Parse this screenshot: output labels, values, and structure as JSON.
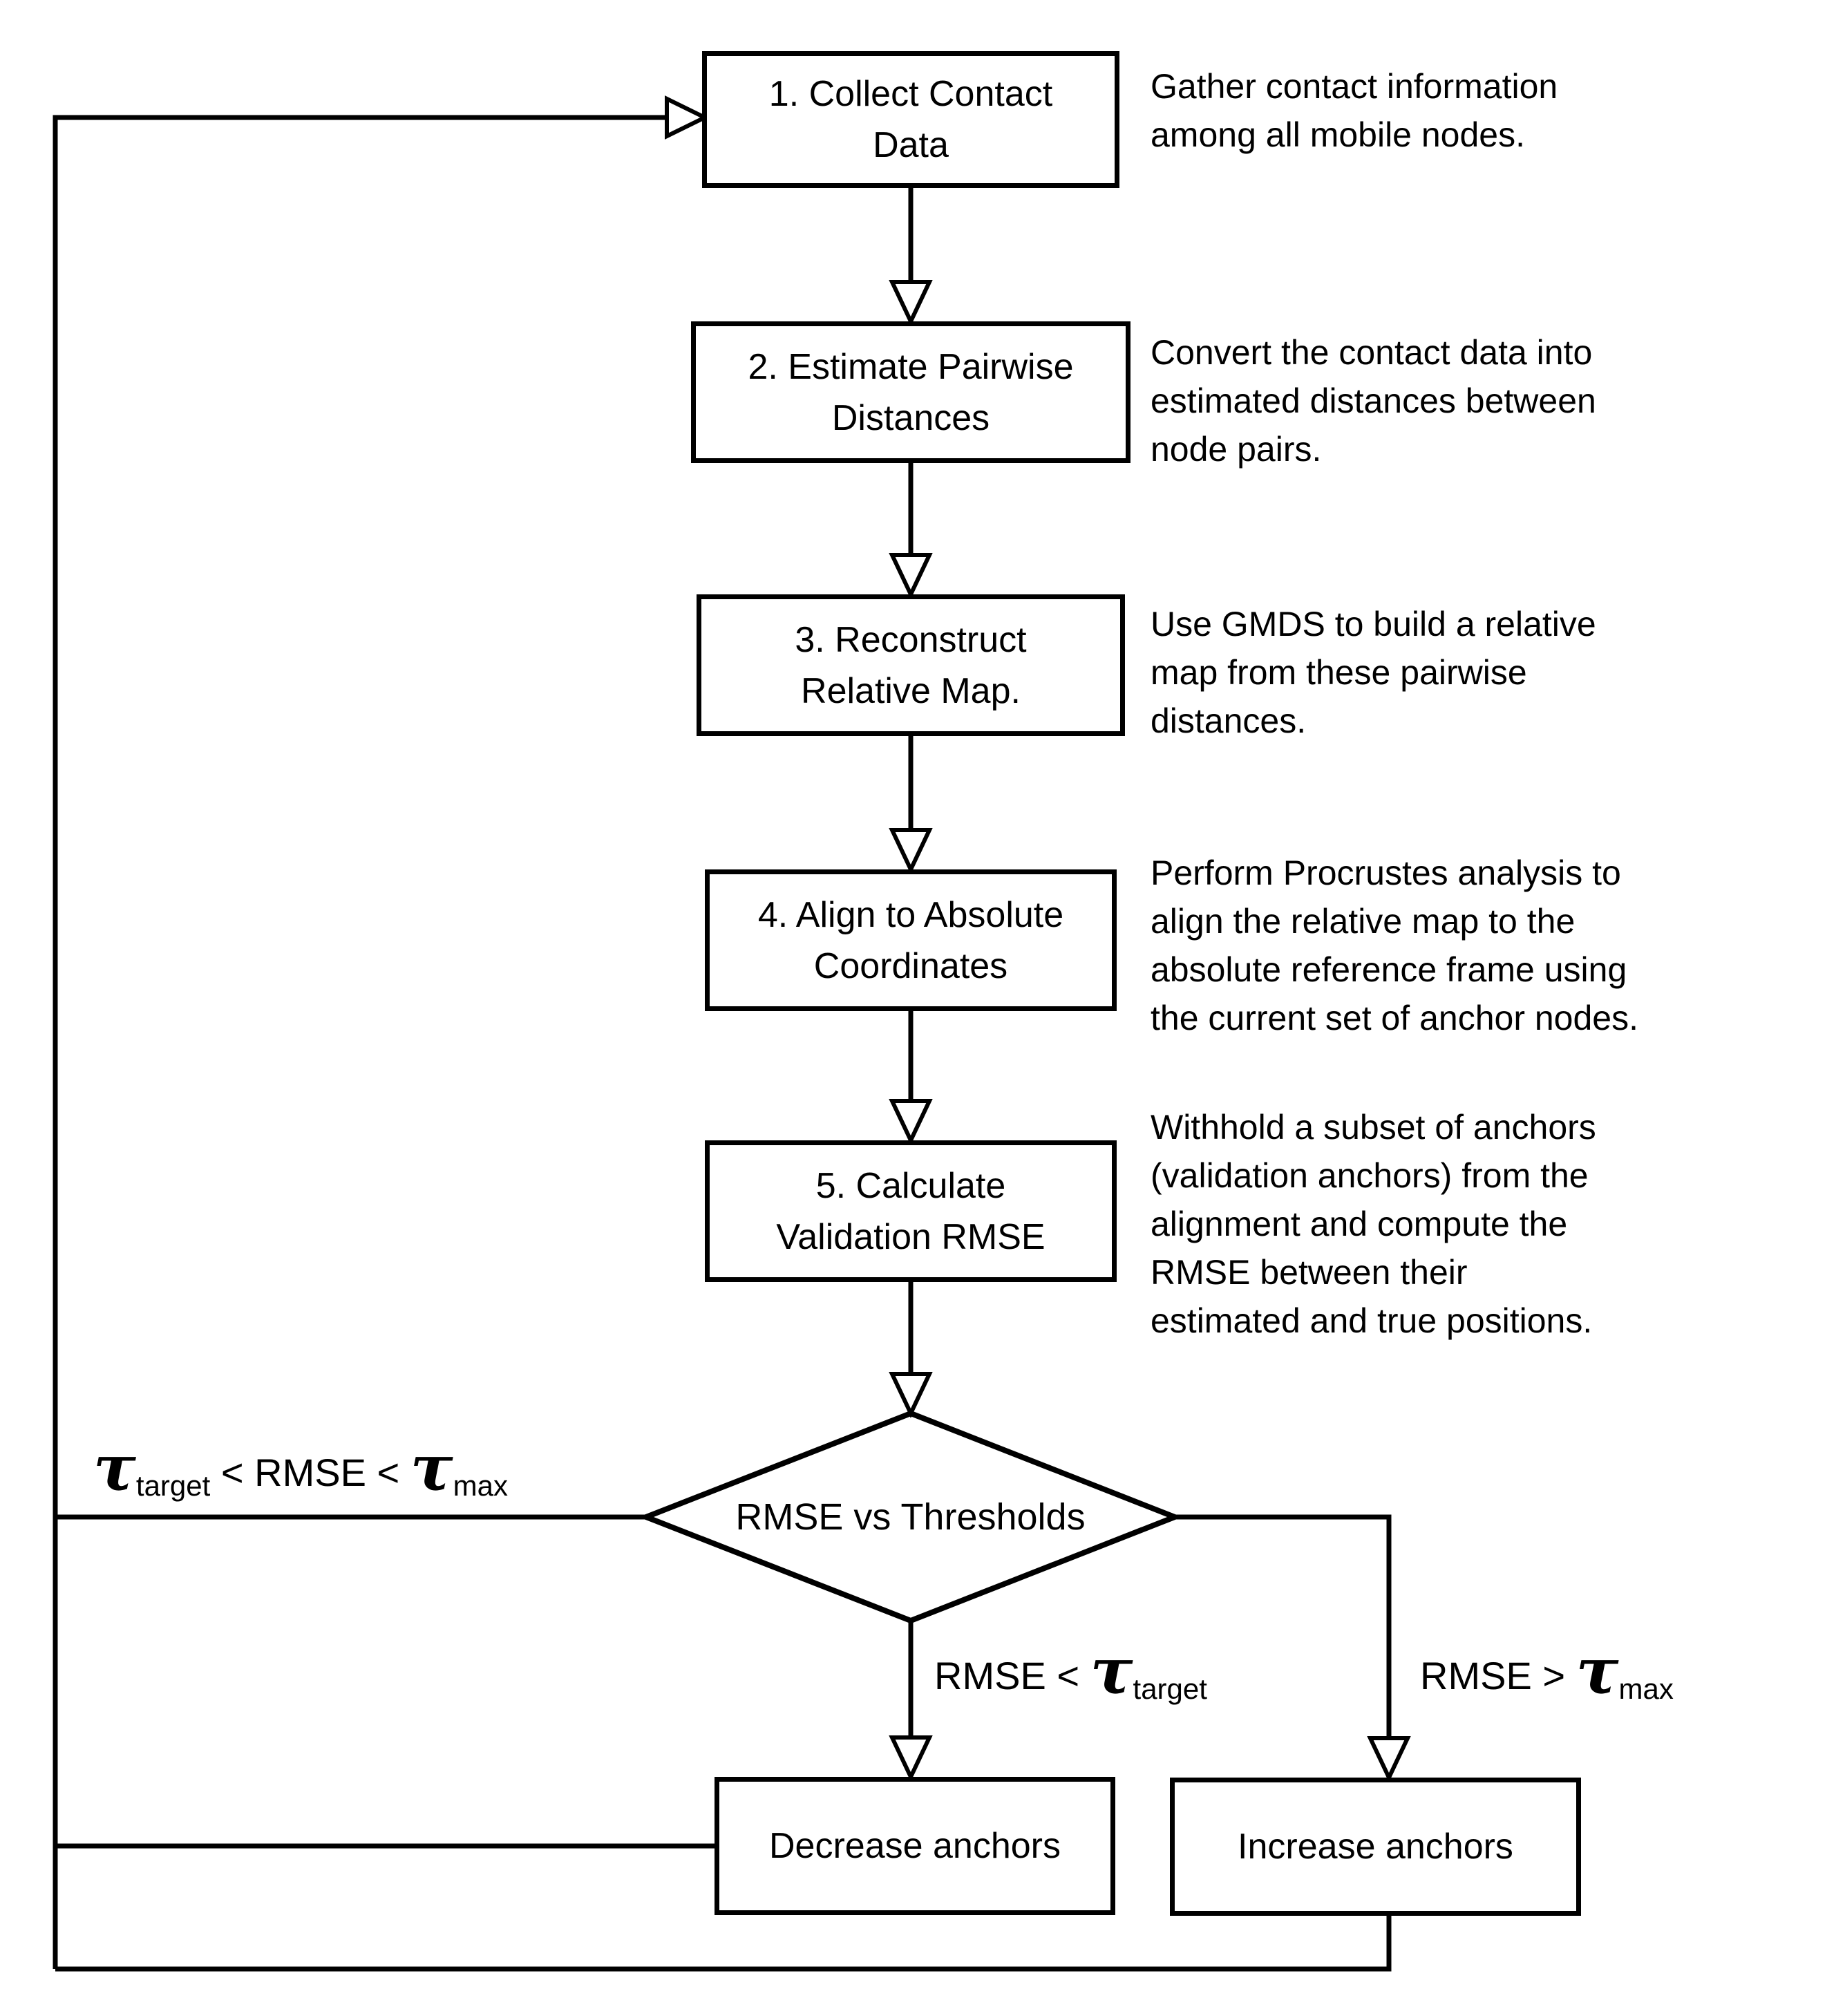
{
  "flow": {
    "steps": [
      {
        "lines": [
          "1. Collect Contact",
          "Data"
        ],
        "annotation_lines": [
          "Gather contact information",
          "among all mobile nodes."
        ]
      },
      {
        "lines": [
          "2. Estimate Pairwise",
          "Distances"
        ],
        "annotation_lines": [
          "Convert the contact data into",
          "estimated distances between",
          "node pairs."
        ]
      },
      {
        "lines": [
          "3. Reconstruct",
          "Relative Map."
        ],
        "annotation_lines": [
          "Use GMDS to build a relative",
          "map from these pairwise",
          "distances."
        ]
      },
      {
        "lines": [
          "4. Align to Absolute",
          "Coordinates"
        ],
        "annotation_lines": [
          "Perform Procrustes analysis to",
          "align the relative map to the",
          "absolute reference frame using",
          "the current set of anchor nodes."
        ]
      },
      {
        "lines": [
          "5. Calculate",
          "Validation RMSE"
        ],
        "annotation_lines": [
          "Withhold a subset of anchors",
          "(validation anchors) from the",
          "alignment and compute the",
          "RMSE between their",
          "estimated and true positions."
        ]
      }
    ],
    "decision": {
      "label": "RMSE vs Thresholds"
    },
    "edges": {
      "loop": {
        "tau1": "τ",
        "sub1": "target",
        "mid": " < RMSE < ",
        "tau2": "τ",
        "sub2": "max"
      },
      "decrease": {
        "pre": "RMSE < ",
        "tau": "τ",
        "sub": "target"
      },
      "increase": {
        "pre": "RMSE > ",
        "tau": "τ",
        "sub": "max"
      }
    },
    "actions": {
      "decrease": "Decrease anchors",
      "increase": "Increase anchors"
    }
  },
  "colors": {
    "ink": "#000000",
    "background": "#ffffff"
  }
}
